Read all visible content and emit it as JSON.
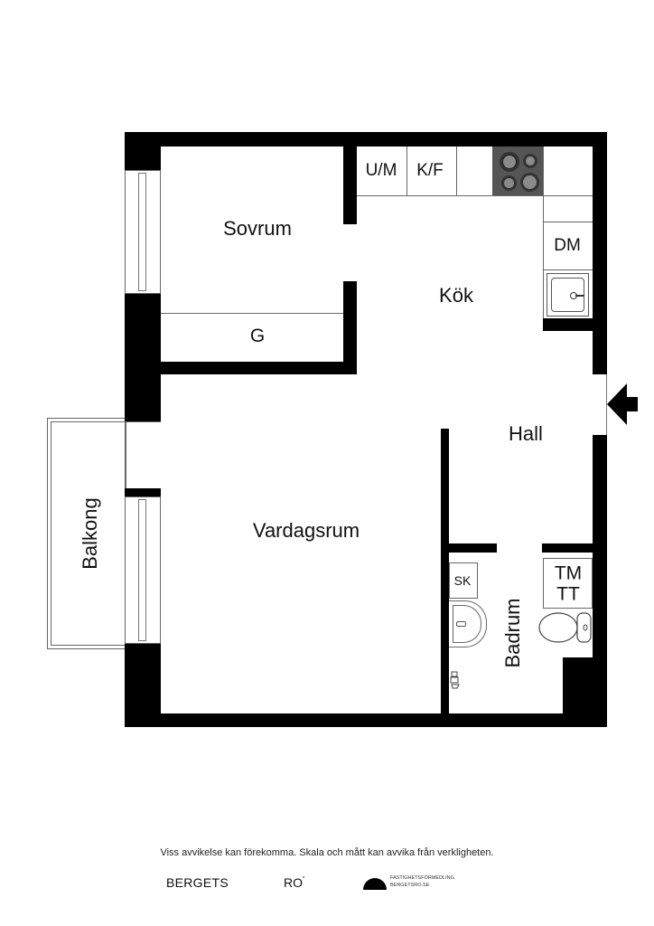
{
  "floorplan": {
    "rooms": {
      "sovrum": "Sovrum",
      "kok": "Kök",
      "hall": "Hall",
      "vardagsrum": "Vardagsrum",
      "balkong": "Balkong",
      "badrum": "Badrum"
    },
    "fixtures": {
      "um": "U/M",
      "kf": "K/F",
      "dm": "DM",
      "g": "G",
      "sk": "SK",
      "tm": "TM",
      "tt": "TT"
    },
    "entrance": "entrance-arrow",
    "colors": {
      "wall": "#000000",
      "stove": "#555555",
      "burner": "#8a8a8a",
      "line": "#555555"
    }
  },
  "footer": {
    "disclaimer": "Viss avvikelse kan förekomma. Skala och mått kan avvika från verkligheten.",
    "brand_left": "BERGETS",
    "brand_mid": "RO",
    "brand_mid_sup": "˚",
    "brand_right_line1": "FASTIGHETSFÖRMEDLING",
    "brand_right_line2": "BERGETSRO.SE"
  }
}
